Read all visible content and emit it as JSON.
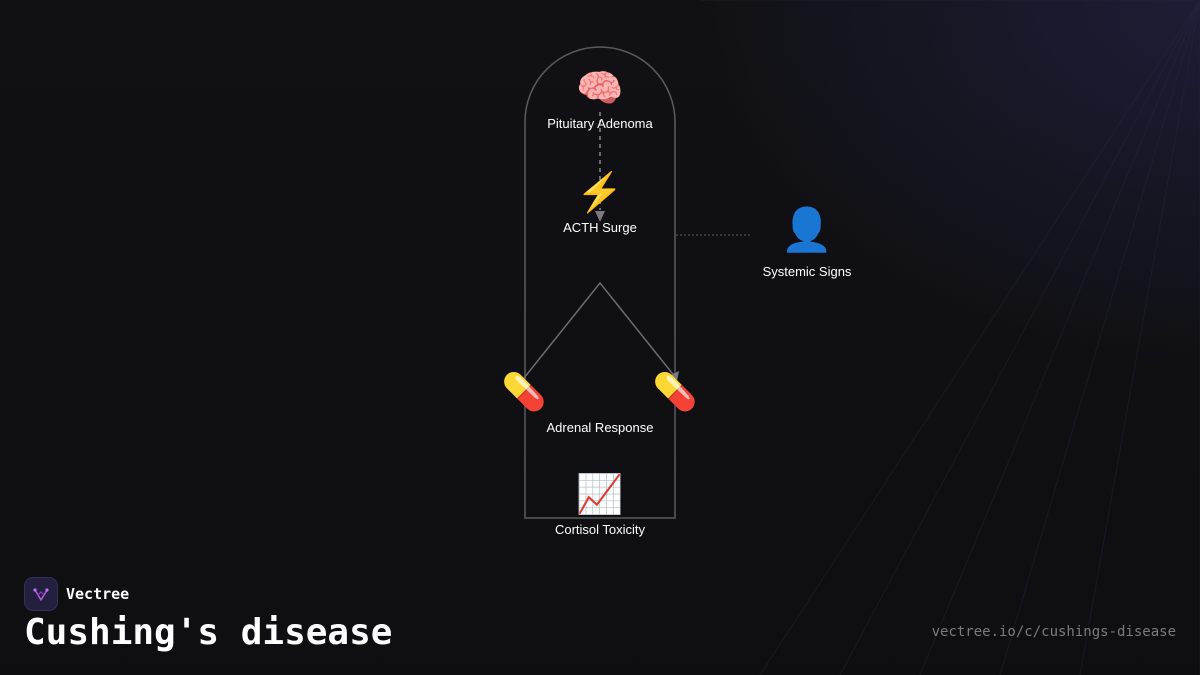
{
  "diagram": {
    "nodes": [
      {
        "id": "pituitary",
        "icon": "brain-icon",
        "glyph": "🧠",
        "label": "Pituitary Adenoma"
      },
      {
        "id": "acth",
        "icon": "lightning-icon",
        "glyph": "⚡",
        "label": "ACTH Surge"
      },
      {
        "id": "systemic",
        "icon": "person-icon",
        "glyph": "👤",
        "label": "Systemic Signs"
      },
      {
        "id": "adrenal",
        "icon": "pill-icon",
        "glyph": "💊",
        "label": "Adrenal Response"
      },
      {
        "id": "cortisol",
        "icon": "chart-increasing-icon",
        "glyph": "📈",
        "label": "Cortisol Toxicity"
      }
    ],
    "adrenal_pills": [
      "💊",
      "💊"
    ],
    "colors": {
      "outline": "#5a5a60",
      "connector": "#8a8a90",
      "arrow": "#7a7a80"
    }
  },
  "footer": {
    "brand_name": "Vectree",
    "logo_icon": "vectree-logo-icon",
    "title": "Cushing's disease",
    "url": "vectree.io/c/cushings-disease"
  }
}
